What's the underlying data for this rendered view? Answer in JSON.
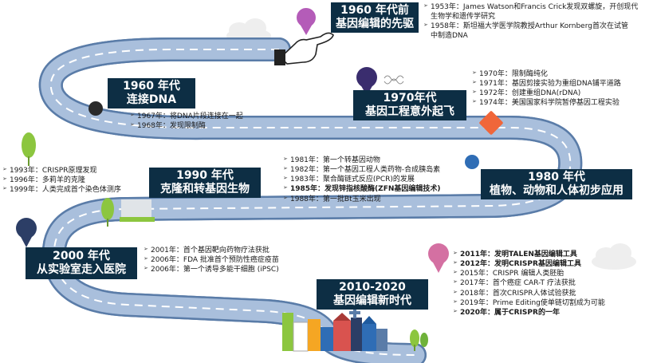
{
  "theme": {
    "road": "#a9bfdc",
    "road_edge": "#5a7ca8",
    "dash": "#ffffff",
    "box": "#0d2e44"
  },
  "boxes": {
    "pre1960": {
      "line1": "1960 年代前",
      "line2": "基因编辑的先驱"
    },
    "y1960s": {
      "line1": "1960 年代",
      "line2": "连接DNA"
    },
    "y1970s": {
      "line1": "1970年代",
      "line2": "基因工程意外起飞"
    },
    "y1990s": {
      "line1": "1990 年代",
      "line2": "克隆和转基因生物"
    },
    "y1980s": {
      "line1": "1980 年代",
      "line2": "植物、动物和人体初步应用"
    },
    "y2000s": {
      "line1": "2000 年代",
      "line2": "从实验室走入医院"
    },
    "y2010s": {
      "line1": "2010-2020",
      "line2": "基因编辑新时代"
    }
  },
  "events": {
    "pre1960": [
      {
        "text": "1953年：James Watson和Francis Crick发现双螺旋，开创现代",
        "bold": false
      },
      {
        "text": "生物学和遗传学研究",
        "bold": false,
        "cont": true
      },
      {
        "text": "1958年：斯坦福大学医学院教授Arthur Kornberg首次在试管",
        "bold": false
      },
      {
        "text": "中制造DNA",
        "bold": false,
        "cont": true
      }
    ],
    "y1960s": [
      {
        "text": "1967年：将DNA片段连接在一起",
        "bold": false
      },
      {
        "text": "1968年：发现限制酶",
        "bold": false
      }
    ],
    "y1970s": [
      {
        "text": "1970年：限制酶纯化",
        "bold": false
      },
      {
        "text": "1971年：基因剪接实验为重组DNA铺平道路",
        "bold": false
      },
      {
        "text": "1972年：创建重组DNA(rDNA)",
        "bold": false
      },
      {
        "text": "1974年：美国国家科学院暂停基因工程实验",
        "bold": false
      }
    ],
    "y1990s": [
      {
        "text": "1993年：CRISPR原理发现",
        "bold": false
      },
      {
        "text": "1996年：多莉羊的克隆",
        "bold": false
      },
      {
        "text": "1999年：人类完成首个染色体测序",
        "bold": false
      }
    ],
    "y1980s": [
      {
        "text": "1981年：第一个转基因动物",
        "bold": false
      },
      {
        "text": "1982年：第一个基因工程人类药物-合成胰岛素",
        "bold": false
      },
      {
        "text": "1983年：聚合酶链式反应(PCR)的发展",
        "bold": false
      },
      {
        "text": "1985年：发现锌指核酸酶(ZFN基因编辑技术)",
        "bold": true
      },
      {
        "text": "1988年：第一批Bt玉米出现",
        "bold": false
      }
    ],
    "y2000s": [
      {
        "text": "2001年：首个基因靶向药物疗法获批",
        "bold": false
      },
      {
        "text": "2006年：FDA 批准首个预防性癌症疫苗",
        "bold": false
      },
      {
        "text": "2006年：第一个诱导多能干细胞 (iPSC)",
        "bold": false
      }
    ],
    "y2010s": [
      {
        "text": "2011年：发明TALEN基因编辑工具",
        "bold": true
      },
      {
        "text": "2012年：发明CRISPR基因编辑工具",
        "bold": true
      },
      {
        "text": "2015年：CRISPR 编辑人类胚胎",
        "bold": false
      },
      {
        "text": "2017年：首个癌症 CAR-T 疗法获批",
        "bold": false
      },
      {
        "text": "2018年：首次CRISPR人体试验获批",
        "bold": false
      },
      {
        "text": "2019年：Prime Editing使单链切割成为可能",
        "bold": false
      },
      {
        "text": "2020年：属于CRISPR的一年",
        "bold": true
      }
    ]
  },
  "icons": [
    "pointing-hand-icon",
    "cloud-icon",
    "tree-icon",
    "map-pin-icon",
    "city-buildings-icon",
    "dna-icon"
  ]
}
